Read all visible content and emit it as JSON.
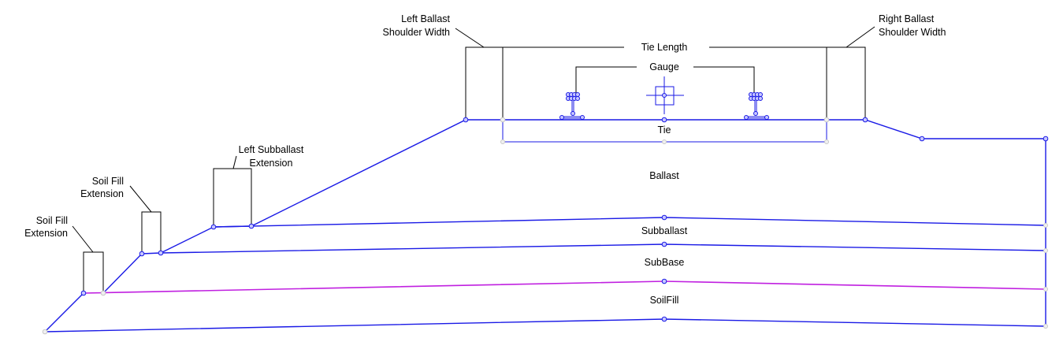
{
  "diagram": {
    "title": "Track Typical Section Assembly",
    "colors": {
      "layer_line": "#1a1ae6",
      "soilfill_top_line": "#c020e0",
      "dimension_line": "#000000",
      "inactive_node": "#c8c8c8"
    },
    "layers": {
      "tie": "Tie",
      "ballast": "Ballast",
      "subballast": "Subballast",
      "subbase": "SubBase",
      "soilfill": "SoilFill"
    },
    "dimensions": {
      "tie_length": "Tie Length",
      "gauge": "Gauge",
      "left_ballast_shoulder": [
        "Left Ballast",
        "Shoulder Width"
      ],
      "right_ballast_shoulder": [
        "Right Ballast",
        "Shoulder Width"
      ],
      "left_subballast_extension": [
        "Left Subballast",
        "Extension"
      ],
      "soil_fill_extension_upper": [
        "Soil Fill",
        "Extension"
      ],
      "soil_fill_extension_lower": [
        "Soil Fill",
        "Extension"
      ]
    },
    "icons": {
      "left_rail": "rail-icon",
      "right_rail": "rail-icon",
      "track_centerline": "centerline-crosshair-icon"
    }
  }
}
